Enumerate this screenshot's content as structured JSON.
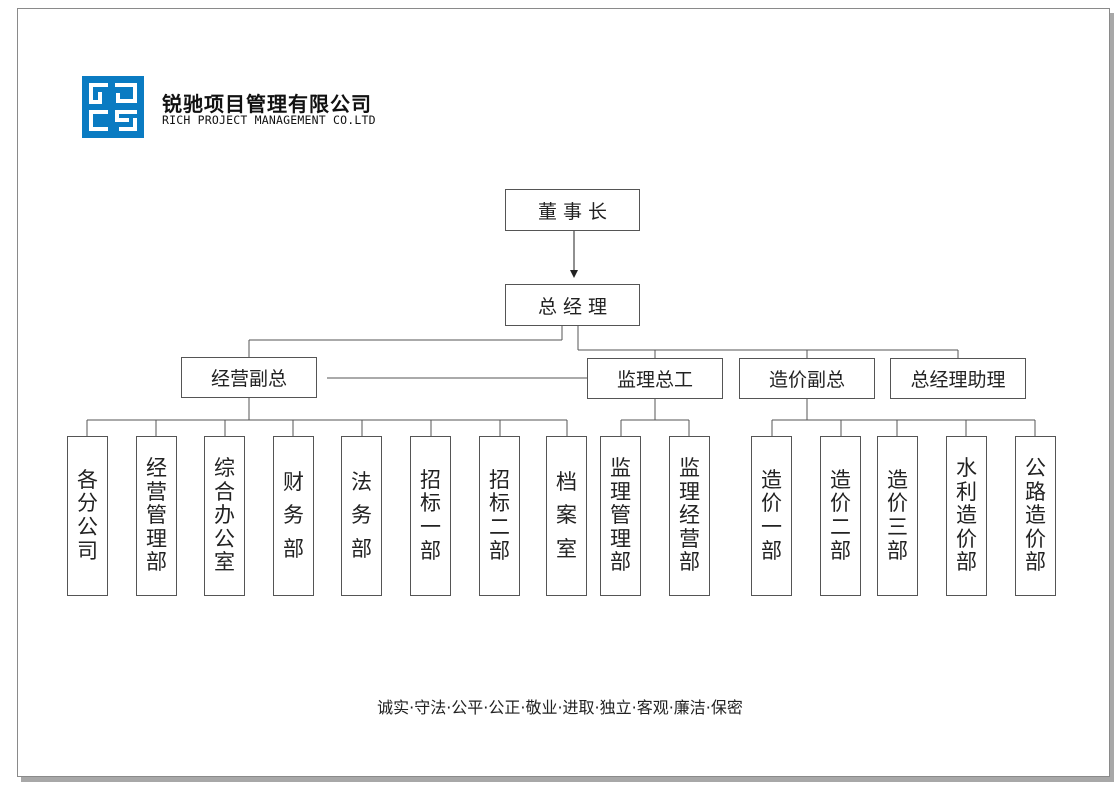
{
  "company": {
    "name_cn": "锐驰项目管理有限公司",
    "name_en": "RICH PROJECT MANAGEMENT CO.LTD",
    "logo_color": "#0a7bc2"
  },
  "org": {
    "chairman": "董 事 长",
    "general_manager": "总 经 理",
    "vp_business": "经营副总",
    "chief_supervisor": "监理总工",
    "vp_cost": "造价副总",
    "gm_assistant": "总经理助理",
    "departments": {
      "branches": "各分公司",
      "business_management": "经营管理部",
      "general_office": "综合办公室",
      "finance": "财务部",
      "legal": "法务部",
      "tender_1": "招标一部",
      "tender_2": "招标二部",
      "archives": "档案室",
      "supervision_management": "监理管理部",
      "supervision_business": "监理经营部",
      "cost_1": "造价一部",
      "cost_2": "造价二部",
      "cost_3": "造价三部",
      "water_cost": "水利造价部",
      "highway_cost": "公路造价部"
    }
  },
  "motto": "诚实·守法·公平·公正·敬业·进取·独立·客观·廉洁·保密"
}
